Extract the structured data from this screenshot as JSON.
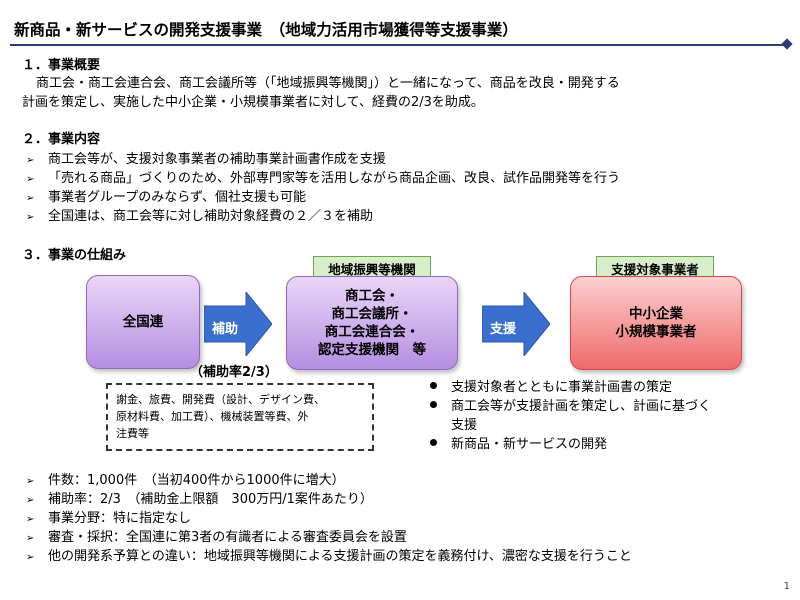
{
  "title": "新商品・新サービスの開発支援事業　（地域力活用市場獲得等支援事業）",
  "section1": {
    "heading": "１．事業概要",
    "lines": [
      "商工会・商工会連合会、商工会議所等（「地域振興等機関」）と一緒になって、商品を改良・開発する",
      "計画を策定し、実施した中小企業・小規模事業者に対して、経費の2/3を助成。"
    ]
  },
  "section2": {
    "heading": "２．事業内容",
    "items": [
      "商工会等が、支援対象事業者の補助事業計画書作成を支援",
      "「売れる商品」づくりのため、外部専門家等を活用しながら商品企画、改良、試作品開発等を行う",
      "事業者グループのみならず、個社支援も可能",
      "全国連は、商工会等に対し補助対象経費の２／３を補助"
    ]
  },
  "section3": {
    "heading": "３．事業の仕組み",
    "zenkokuren": "全国連",
    "arrow1_label": "補助",
    "rate_label": "（補助率2/3）",
    "org_label": "地域振興等機関",
    "org_lines": [
      "商工会・",
      "商工会議所・",
      "商工会連合会・",
      "認定支援機関　等"
    ],
    "arrow2_label": "支援",
    "target_label": "支援対象事業者",
    "target_lines": [
      "中小企業",
      "小規模事業者"
    ],
    "expenses_lines": [
      "謝金、旅費、開発費（設計、デザイン費、",
      "原材料費、加工費）、機械装置等費、外",
      "注費等"
    ],
    "support_items": [
      [
        "支援対象者とともに事業計画書の策定"
      ],
      [
        "商工会等が支援計画を策定し、計画に基づく",
        "支援"
      ],
      [
        "新商品・新サービスの開発"
      ]
    ]
  },
  "summary": [
    "件数：1,000件　（当初400件から1000件に増大）",
    "補助率：2/3　（補助金上限額　300万円/1案件あたり）",
    "事業分野：特に指定なし",
    "審査・採択：全国連に第3者の有識者による審査委員会を設置",
    "他の開発系予算との違い：地域振興等機関による支援計画の策定を義務付け、濃密な支援を行うこと"
  ],
  "bullet_marker": "➢",
  "page_number": "1",
  "colors": {
    "title_rule": "#2f3c74",
    "arrow_blue": "#3a6fd0",
    "purple_box": "#c9a9ec",
    "red_box": "#f58a8a",
    "green_label": "#d8eecb"
  }
}
